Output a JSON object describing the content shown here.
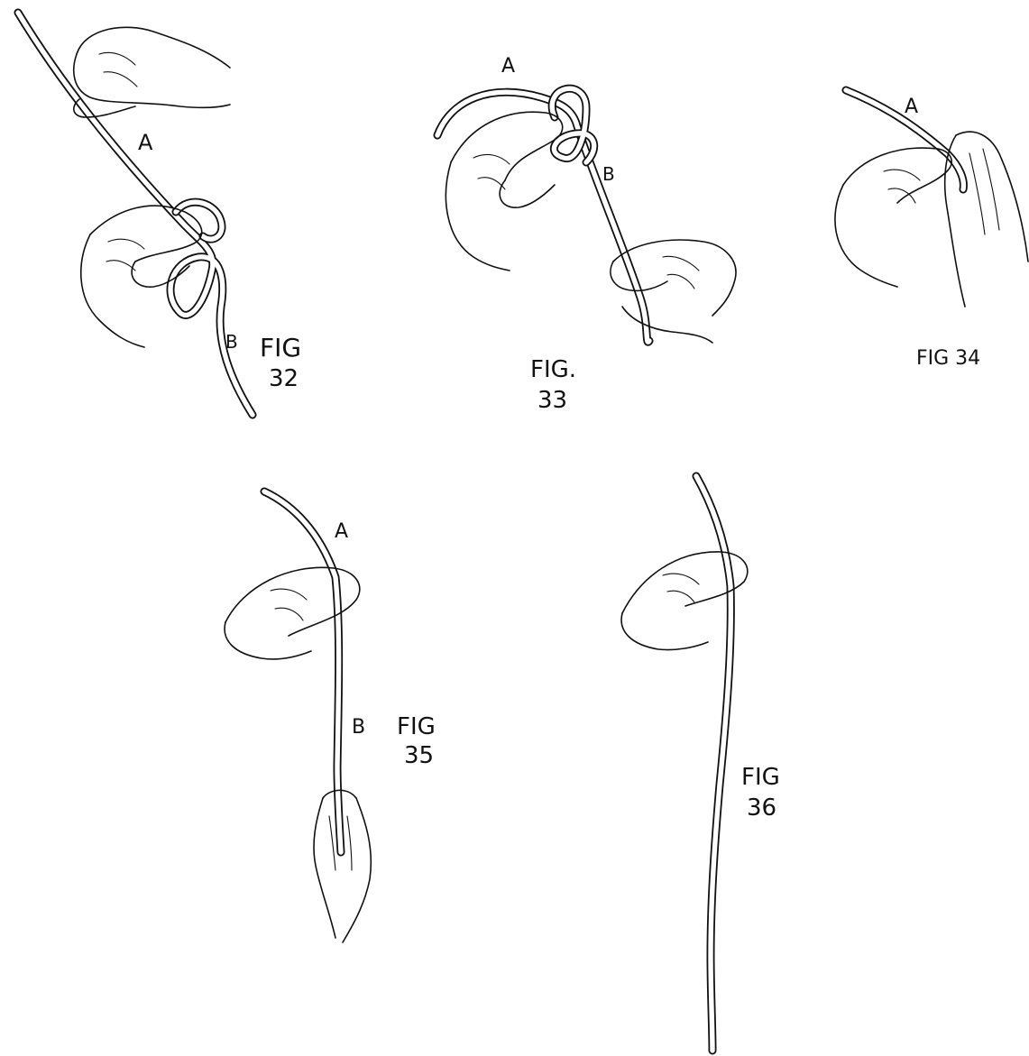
{
  "figures": [
    {
      "id": "32",
      "fig_line1": "FIG",
      "fig_line2": "32",
      "end_a": "A",
      "end_b": "B"
    },
    {
      "id": "33",
      "fig_line1": "FIG.",
      "fig_line2": "33",
      "end_a": "A",
      "end_b": "B"
    },
    {
      "id": "34",
      "fig_line1": "FIG 34",
      "end_a": "A"
    },
    {
      "id": "35",
      "fig_line1": "FIG",
      "fig_line2": "35",
      "end_a": "A",
      "end_b": "B"
    },
    {
      "id": "36",
      "fig_line1": "FIG",
      "fig_line2": "36"
    }
  ],
  "colors": {
    "ink": "#111111",
    "paper": "#ffffff"
  }
}
